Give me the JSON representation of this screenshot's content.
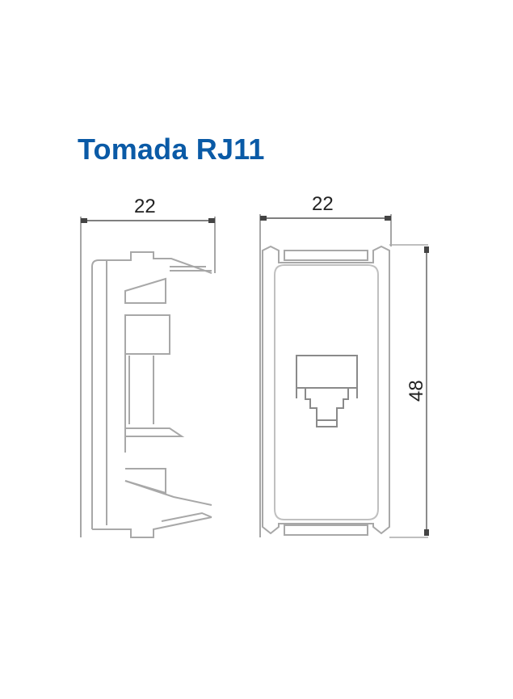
{
  "title": "Tomada RJ11",
  "colors": {
    "title": "#0a5aa6",
    "lines": "#9a9a9a",
    "dimension": "#444444"
  },
  "side_view": {
    "width_label": "22"
  },
  "front_view": {
    "width_label": "22",
    "height_label": "48",
    "icon": "rj11-socket-icon"
  }
}
